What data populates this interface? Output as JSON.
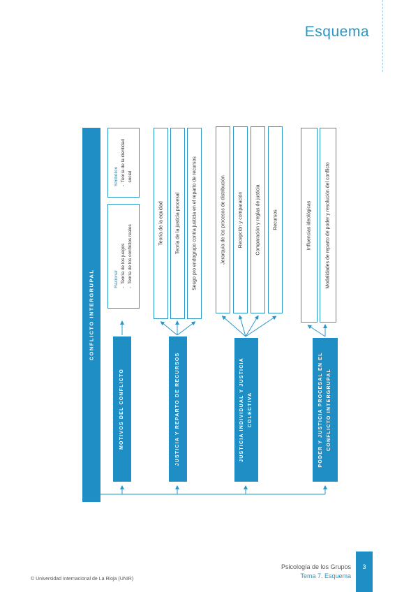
{
  "header": {
    "title": "Esquema"
  },
  "footer": {
    "course": "Psicología de los Grupos",
    "topic": "Tema 7. Esquema",
    "page": "3",
    "copyright": "© Universidad Internacional de La Rioja (UNIR)"
  },
  "diagram": {
    "main": "CONFLICTO INTERGRUPAL",
    "topics": [
      "MOTIVOS DEL CONFLICTO",
      "JUSTICIA Y REPARTO DE RECURSOS",
      "JUSTICIA INDIVIDUAL Y JUSTICIA COLECTIVA",
      "PODER Y JUSTICIA PROCESAL EN EL CONFLICTO INTERGRUPAL"
    ],
    "motivos": {
      "racional": {
        "title": "Racional",
        "items": [
          "Teoría de los juegos",
          "Teoría de los conflictos reales"
        ]
      },
      "simbolico": {
        "title": "Simbólico",
        "items": [
          "Teoría de la identidad",
          "social"
        ]
      }
    },
    "justicia_reparto": [
      "Teoría de la equidad",
      "Teoría de la justicia procesal",
      "Sesgo pro endogrupo contra justicia en el reparto de recursos"
    ],
    "justicia_ind_col": [
      "Jerarquía de los procesos de distribución",
      "Recepción y comparación",
      "Comparación y reglas de justicia",
      "Recursos"
    ],
    "poder": [
      "Influencias ideológicas",
      "Modalidades de reparto de poder y resolución del conflicto"
    ],
    "colors": {
      "accent": "#1f8ec4",
      "border": "#2a96c8"
    }
  }
}
